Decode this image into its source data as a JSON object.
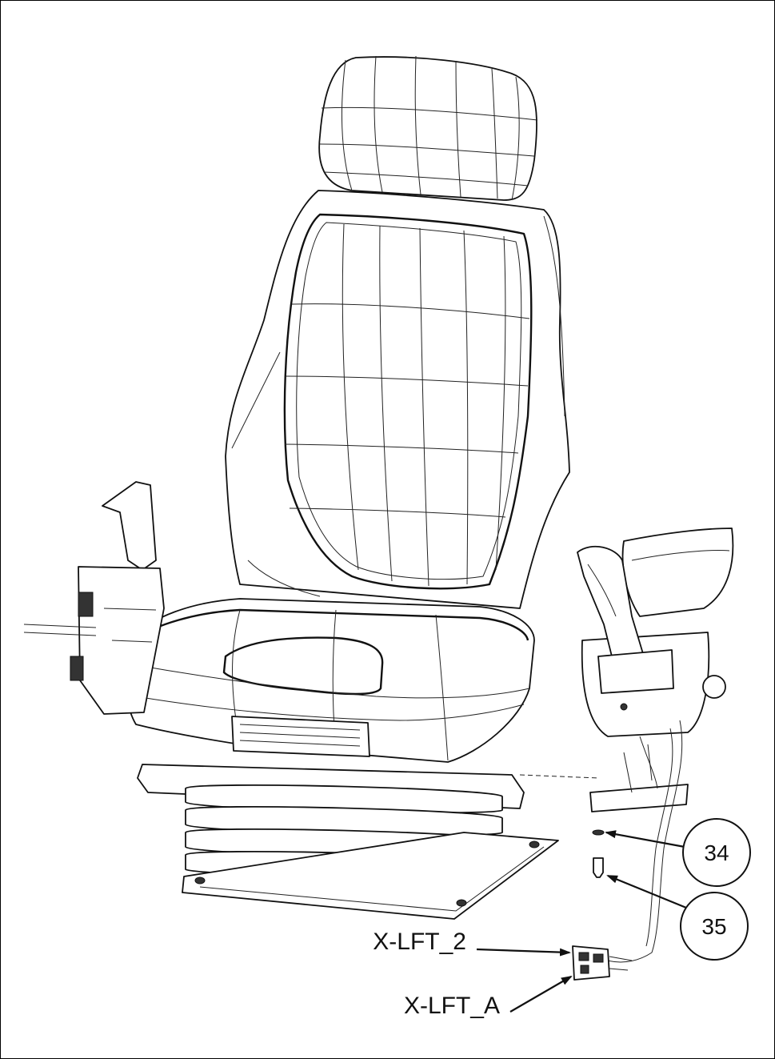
{
  "callouts": [
    {
      "id": "34",
      "text": "34"
    },
    {
      "id": "35",
      "text": "35"
    }
  ],
  "connectors": [
    {
      "id": "x-lft-2",
      "text": "X-LFT_2"
    },
    {
      "id": "x-lft-a",
      "text": "X-LFT_A"
    }
  ],
  "colors": {
    "line": "#111111",
    "background": "#ffffff"
  }
}
